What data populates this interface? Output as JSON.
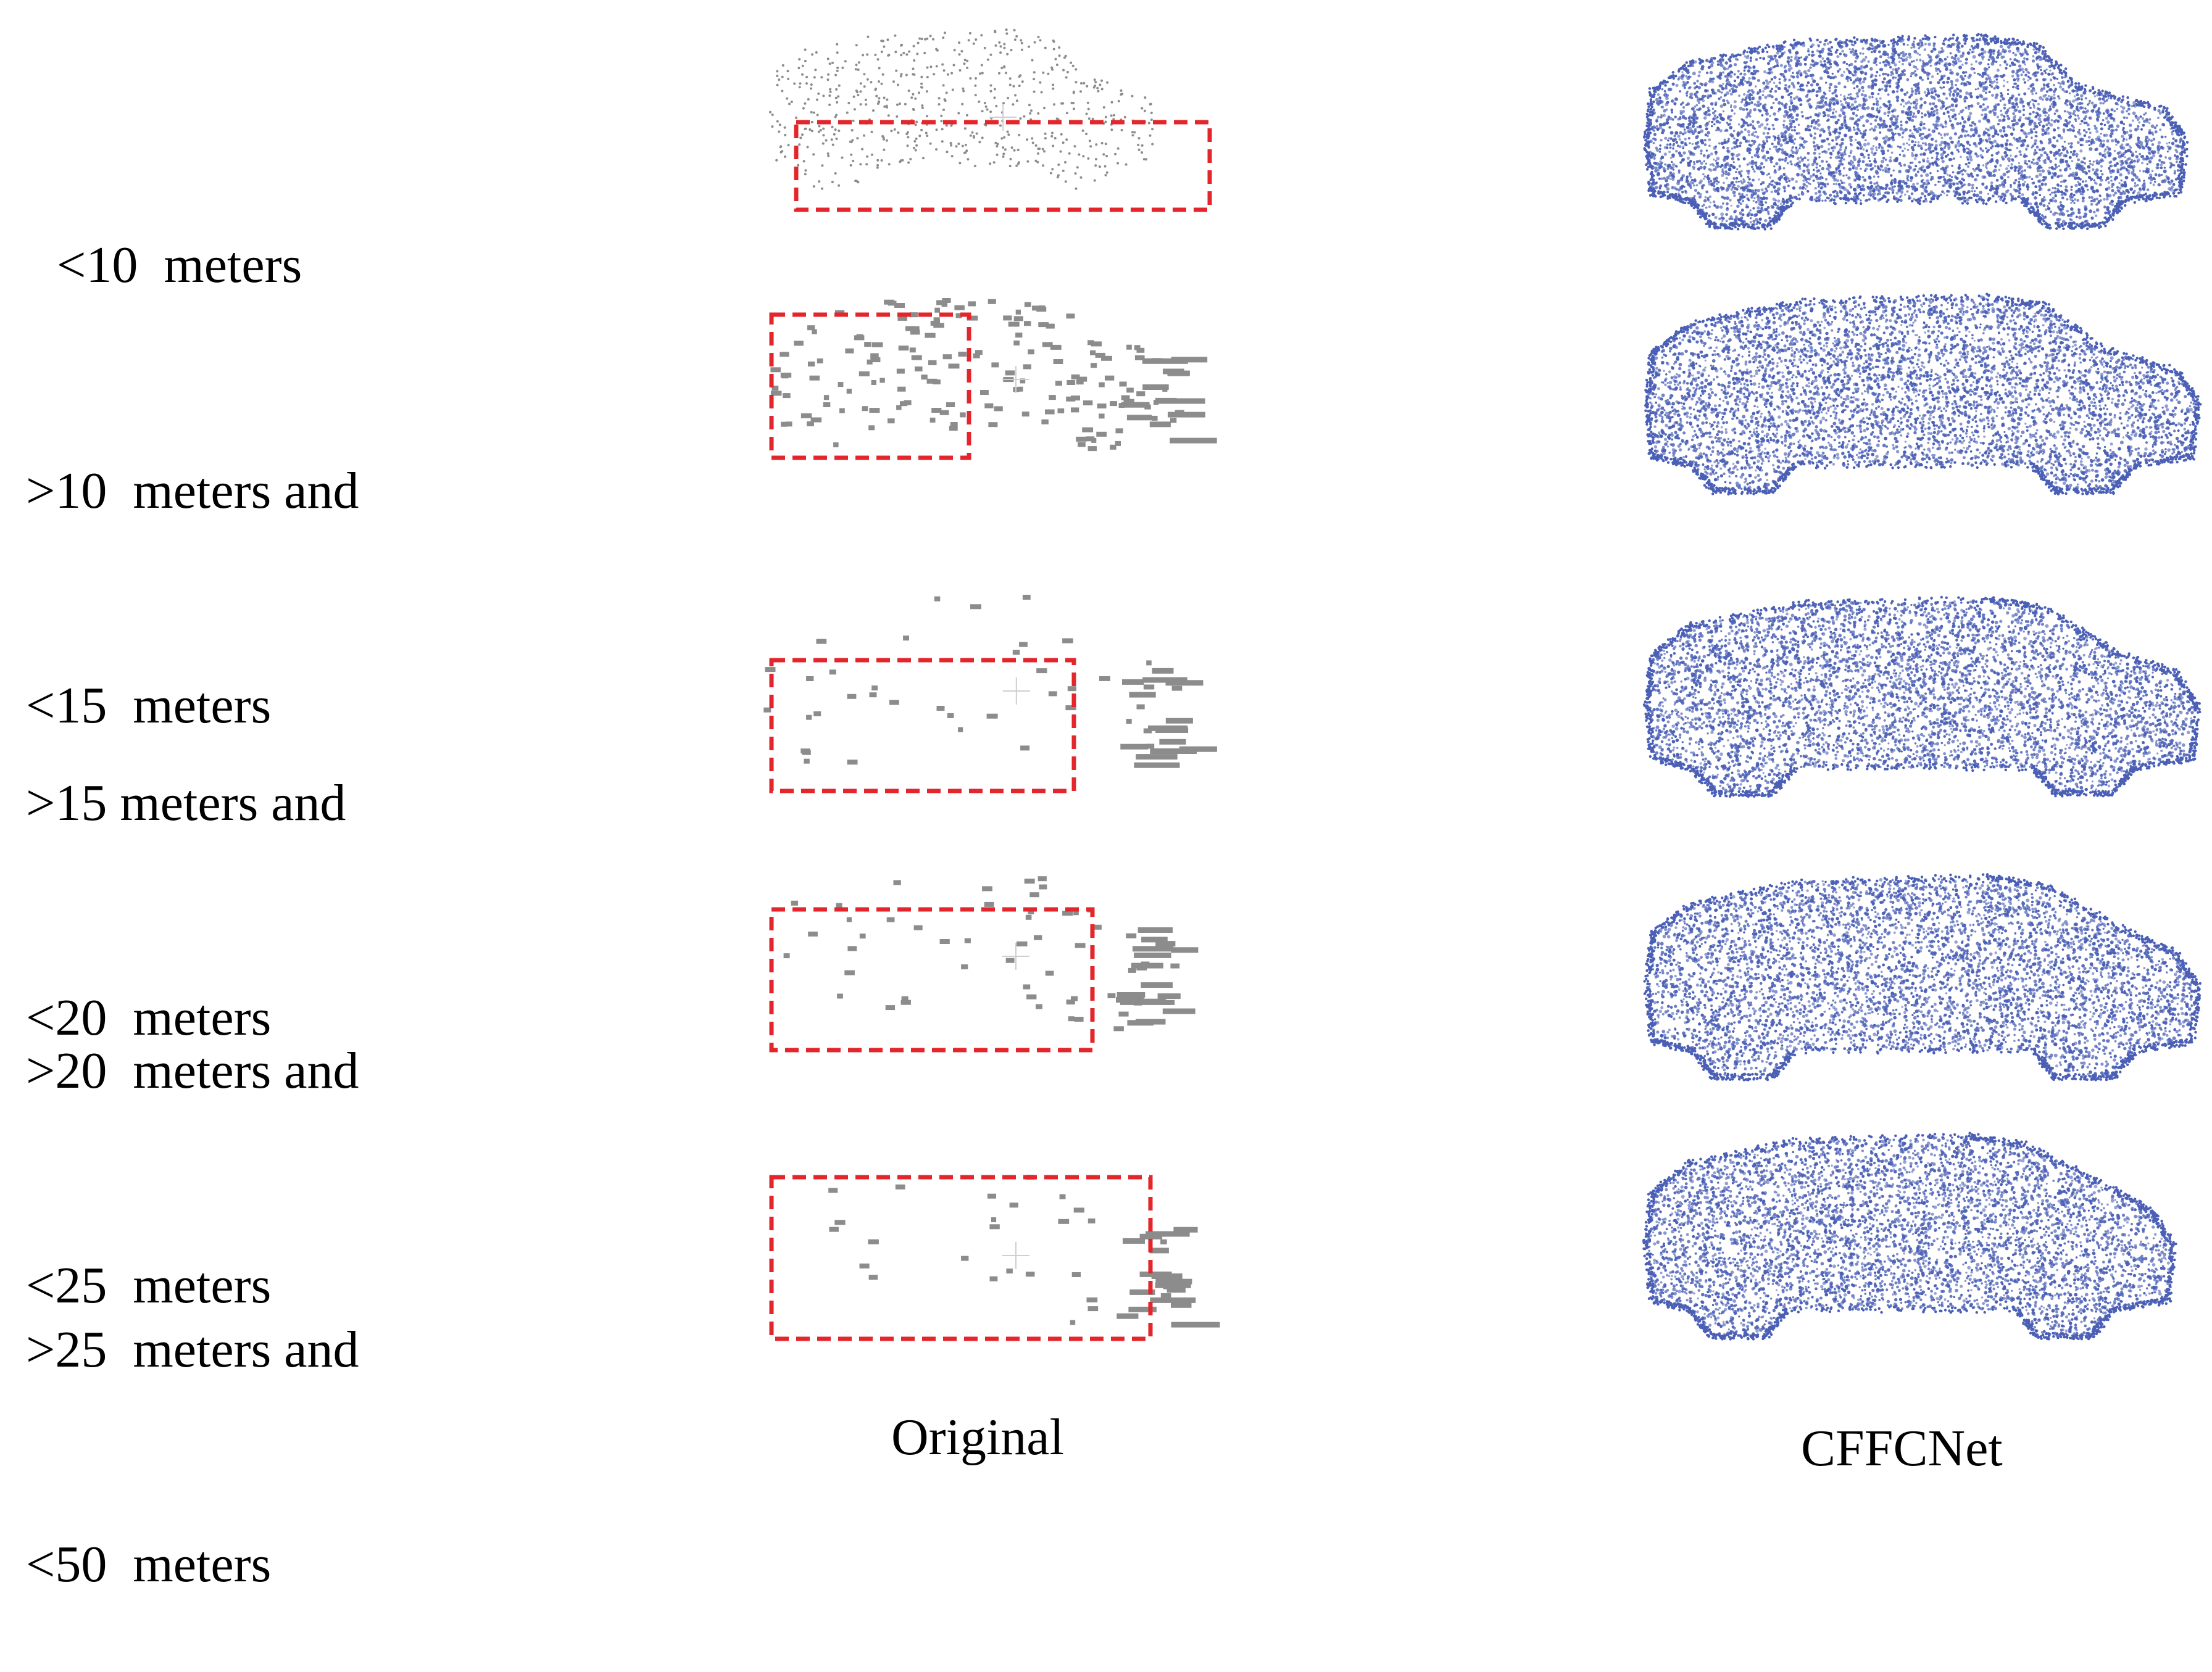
{
  "rows": [
    {
      "line1": "<10  meters",
      "line2": ""
    },
    {
      "line1": ">10  meters and",
      "line2": "<15  meters"
    },
    {
      "line1": ">15 meters and",
      "line2": "<20  meters"
    },
    {
      "line1": ">20  meters and",
      "line2": "<25  meters"
    },
    {
      "line1": ">25  meters and",
      "line2": "<50  meters"
    }
  ],
  "columns": {
    "original": "Original",
    "result": "CFFCNet"
  },
  "colors": {
    "original_points": "#8c8c8c",
    "completed_points": "#4a5fb5",
    "highlight_box": "#e3262b"
  }
}
